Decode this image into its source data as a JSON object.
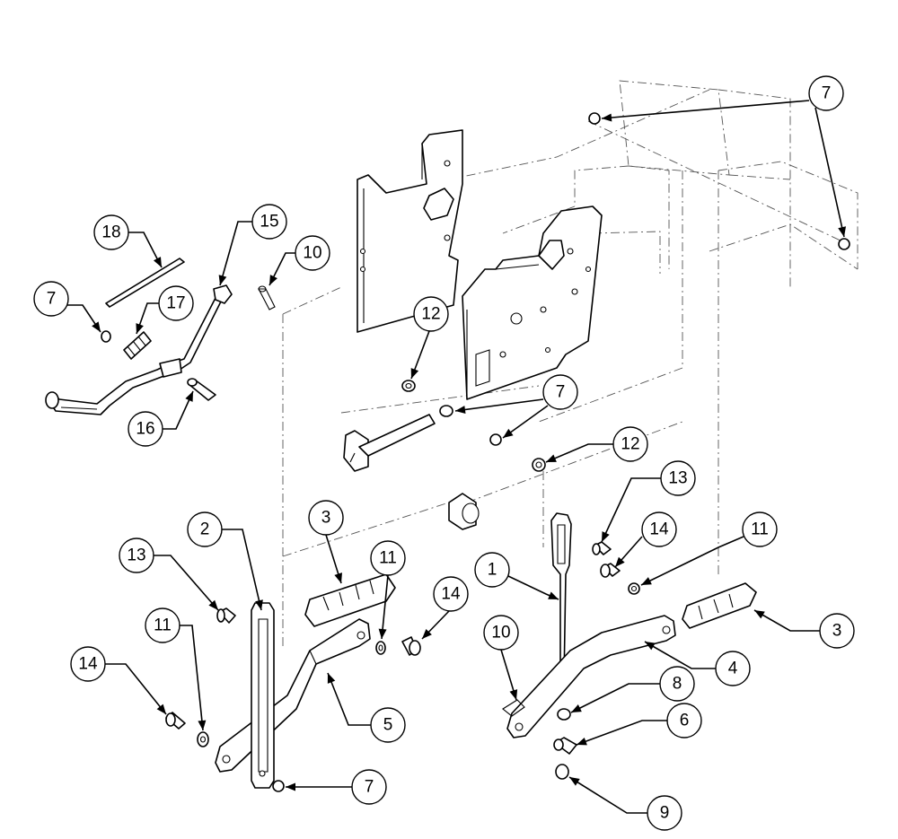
{
  "callouts": [
    {
      "id": "c1",
      "label": "1"
    },
    {
      "id": "c2",
      "label": "2"
    },
    {
      "id": "c3a",
      "label": "3"
    },
    {
      "id": "c3b",
      "label": "3"
    },
    {
      "id": "c4",
      "label": "4"
    },
    {
      "id": "c5",
      "label": "5"
    },
    {
      "id": "c6",
      "label": "6"
    },
    {
      "id": "c7a",
      "label": "7"
    },
    {
      "id": "c7b",
      "label": "7"
    },
    {
      "id": "c7c",
      "label": "7"
    },
    {
      "id": "c7d",
      "label": "7"
    },
    {
      "id": "c8",
      "label": "8"
    },
    {
      "id": "c9",
      "label": "9"
    },
    {
      "id": "c10a",
      "label": "10"
    },
    {
      "id": "c10b",
      "label": "10"
    },
    {
      "id": "c11a",
      "label": "11"
    },
    {
      "id": "c11b",
      "label": "11"
    },
    {
      "id": "c11c",
      "label": "11"
    },
    {
      "id": "c12a",
      "label": "12"
    },
    {
      "id": "c12b",
      "label": "12"
    },
    {
      "id": "c13a",
      "label": "13"
    },
    {
      "id": "c13b",
      "label": "13"
    },
    {
      "id": "c14a",
      "label": "14"
    },
    {
      "id": "c14b",
      "label": "14"
    },
    {
      "id": "c14c",
      "label": "14"
    },
    {
      "id": "c15",
      "label": "15"
    },
    {
      "id": "c16",
      "label": "16"
    },
    {
      "id": "c17",
      "label": "17"
    },
    {
      "id": "c18",
      "label": "18"
    }
  ]
}
